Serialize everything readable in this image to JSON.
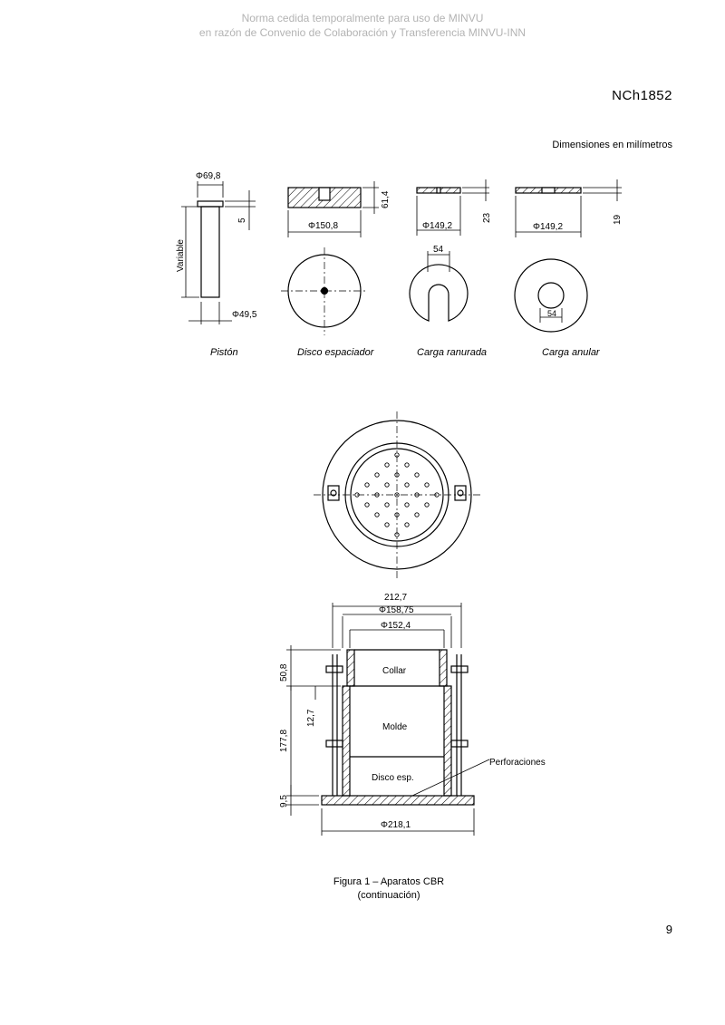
{
  "watermark": {
    "line1": "Norma cedida temporalmente para uso de MINVU",
    "line2": "en razón de Convenio de Colaboración y Transferencia MINVU-INN"
  },
  "header": {
    "doc_code": "NCh1852"
  },
  "units_note": "Dimensiones en milímetros",
  "parts": {
    "piston": {
      "caption": "Pistón",
      "dim_top": "Φ69,8",
      "dim_side": "5",
      "dim_length": "Variable",
      "dim_bottom": "Φ49,5"
    },
    "disco": {
      "caption": "Disco espaciador",
      "dim_height": "61,4",
      "dim_diameter": "Φ150,8"
    },
    "ranurada": {
      "caption": "Carga ranurada",
      "dim_height": "23",
      "dim_diameter": "Φ149,2",
      "dim_slot": "54"
    },
    "anular": {
      "caption": "Carga anular",
      "dim_height": "19",
      "dim_diameter": "Φ149,2",
      "dim_hole": "54"
    }
  },
  "mold": {
    "dim_outer": "212,7",
    "dim_d1": "Φ158,75",
    "dim_d2": "Φ152,4",
    "dim_collar": "50,8",
    "dim_molde": "177,8",
    "dim_12": "12,7",
    "dim_base": "9,5",
    "dim_base_dia": "Φ218,1",
    "label_collar": "Collar",
    "label_molde": "Molde",
    "label_disco": "Disco esp.",
    "label_perf": "Perforaciones"
  },
  "figure": {
    "title": "Figura 1 – Aparatos CBR",
    "subtitle": "(continuación)"
  },
  "footer": {
    "page_number": "9"
  }
}
